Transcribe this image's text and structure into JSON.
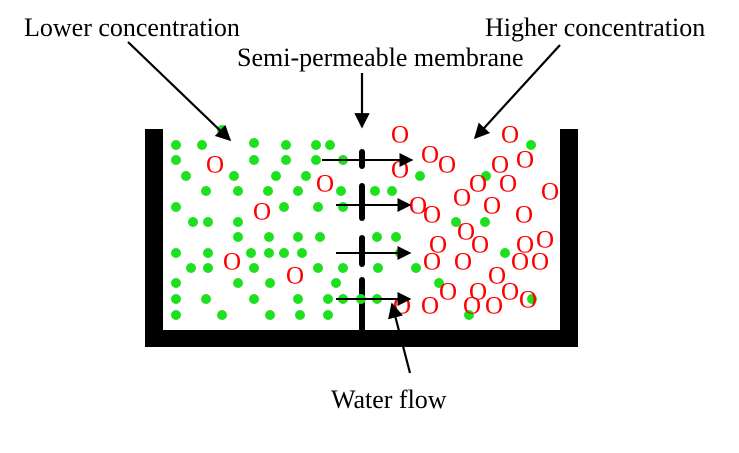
{
  "labels": {
    "lower": "Lower concentration",
    "higher": "Higher concentration",
    "membrane": "Semi-permeable membrane",
    "flow": "Water flow"
  },
  "solute_symbol": "O",
  "colors": {
    "water": "#1ee01e",
    "solute": "#ff0000",
    "container": "#000000",
    "arrow": "#000000"
  }
}
